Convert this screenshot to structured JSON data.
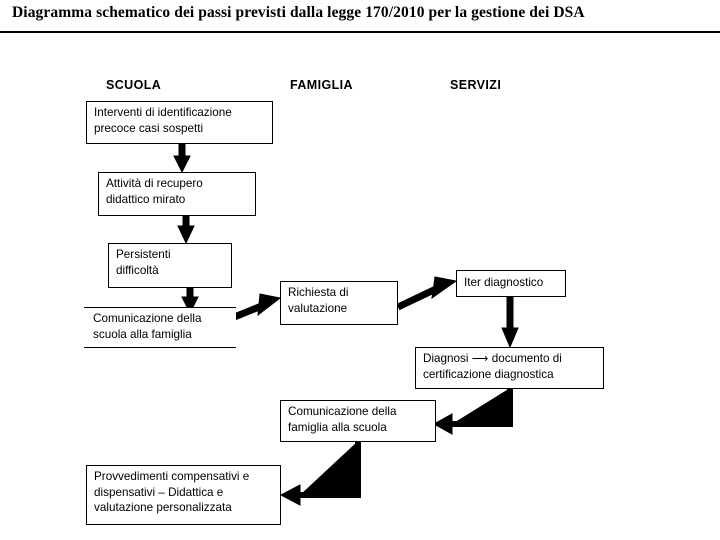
{
  "page": {
    "title": "Diagramma schematico dei passi previsti dalla legge 170/2010 per la gestione dei DSA",
    "background_color": "#ffffff",
    "line_color": "#000000"
  },
  "columns": [
    {
      "id": "scuola",
      "label": "SCUOLA"
    },
    {
      "id": "famiglia",
      "label": "FAMIGLIA"
    },
    {
      "id": "servizi",
      "label": "SERVIZI"
    }
  ],
  "nodes": [
    {
      "id": "interventi",
      "column": "scuola",
      "text": "Interventi di identificazione\nprecoce casi sospetti"
    },
    {
      "id": "attivita",
      "column": "scuola",
      "text": "Attività di recupero\ndidattico mirato"
    },
    {
      "id": "persistenti",
      "column": "scuola",
      "text": "Persistenti\ndifficoltà"
    },
    {
      "id": "comunicazione-scuola",
      "column": "scuola",
      "text": "Comunicazione della\nscuola alla famiglia"
    },
    {
      "id": "richiesta",
      "column": "famiglia",
      "text": "Richiesta di\nvalutazione"
    },
    {
      "id": "iter",
      "column": "servizi",
      "text": "Iter diagnostico"
    },
    {
      "id": "diagnosi",
      "column": "servizi",
      "text": "Diagnosi  ⟶  documento di\ncertificazione diagnostica"
    },
    {
      "id": "comunicazione-famiglia",
      "column": "famiglia",
      "text": "Comunicazione della\nfamiglia alla scuola"
    },
    {
      "id": "provvedimenti",
      "column": "scuola",
      "text": "Provvedimenti compensativi e\ndispensativi –  Didattica e\nvalutazione personalizzata"
    }
  ],
  "connectors": [
    {
      "id": "interventi-to-attivita",
      "from": "interventi",
      "to": "attivita",
      "style": "vertical-arrow"
    },
    {
      "id": "attivita-to-persistenti",
      "from": "attivita",
      "to": "persistenti",
      "style": "vertical-arrow"
    },
    {
      "id": "persistenti-to-comunicazione",
      "from": "persistenti",
      "to": "comunicazione-scuola",
      "style": "vertical-arrow"
    },
    {
      "id": "comunicazione-to-richiesta",
      "from": "comunicazione-scuola",
      "to": "richiesta",
      "style": "diagonal-arrow"
    },
    {
      "id": "richiesta-to-iter",
      "from": "richiesta",
      "to": "iter",
      "style": "diagonal-arrow"
    },
    {
      "id": "iter-to-diagnosi",
      "from": "iter",
      "to": "diagnosi",
      "style": "vertical-arrow"
    },
    {
      "id": "diagnosi-to-comunicazione-famiglia",
      "from": "diagnosi",
      "to": "comunicazione-famiglia",
      "style": "elbow-arrow"
    },
    {
      "id": "comunicazione-famiglia-to-provvedimenti",
      "from": "comunicazione-famiglia",
      "to": "provvedimenti",
      "style": "elbow-arrow"
    }
  ]
}
